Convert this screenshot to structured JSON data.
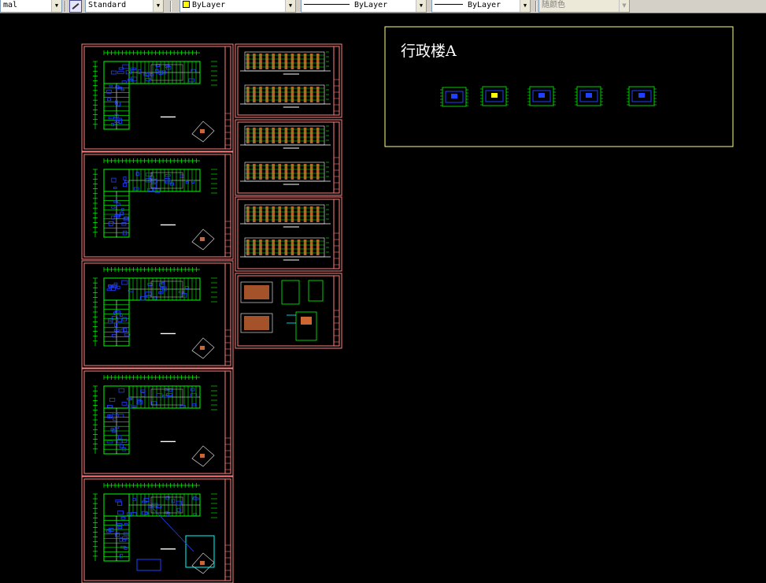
{
  "toolbar": {
    "text_style": {
      "value": "mal"
    },
    "dim_style": {
      "value": "Standard"
    },
    "layer": {
      "value": "ByLayer",
      "color": "#ffff00"
    },
    "linetype": {
      "value": "ByLayer"
    },
    "lineweight": {
      "value": "ByLayer"
    },
    "plot_style": {
      "value": "随颜色"
    }
  },
  "drawing": {
    "title_label": "行政楼A",
    "colors": {
      "sheet_frame": "#ff8080",
      "title_frame": "#ffff80",
      "plan_green": "#00ff00",
      "plan_blue": "#2040ff",
      "plan_white": "#ffffff",
      "plan_cyan": "#00ffff",
      "facade_orange": "#cc6633"
    }
  }
}
